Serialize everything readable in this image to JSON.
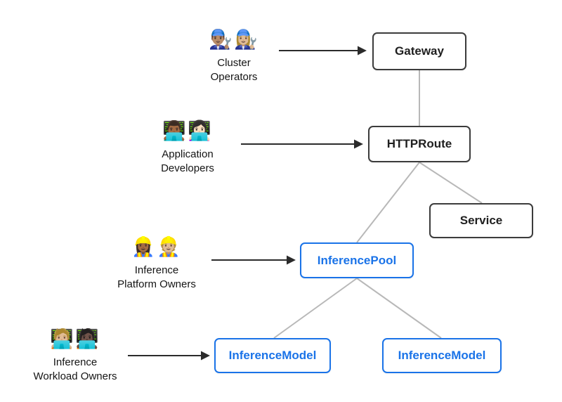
{
  "colors": {
    "core_border": "#3c3c3c",
    "core_text": "#1f1f1f",
    "inference_border": "#1a73e8",
    "inference_text": "#1a73e8",
    "edge": "#b8b8b8",
    "arrow": "#2b2b2b"
  },
  "nodes": {
    "gateway": {
      "label": "Gateway"
    },
    "httproute": {
      "label": "HTTPRoute"
    },
    "service": {
      "label": "Service"
    },
    "inference_pool": {
      "label": "InferencePool"
    },
    "inference_model_1": {
      "label": "InferenceModel"
    },
    "inference_model_2": {
      "label": "InferenceModel"
    }
  },
  "personas": {
    "cluster_operators": {
      "emoji": "👨🏽‍🔧👩🏼‍🔧",
      "label": "Cluster\nOperators"
    },
    "application_developers": {
      "emoji": "👨🏾‍💻👩🏻‍💻",
      "label": "Application\nDevelopers"
    },
    "inference_platform_owners": {
      "emoji": "👷🏾‍♀️👷🏼",
      "label": "Inference\nPlatform Owners"
    },
    "inference_workload_owners": {
      "emoji": "🧑🏼‍💻🧑🏿‍💻",
      "label": "Inference\nWorkload Owners"
    }
  }
}
